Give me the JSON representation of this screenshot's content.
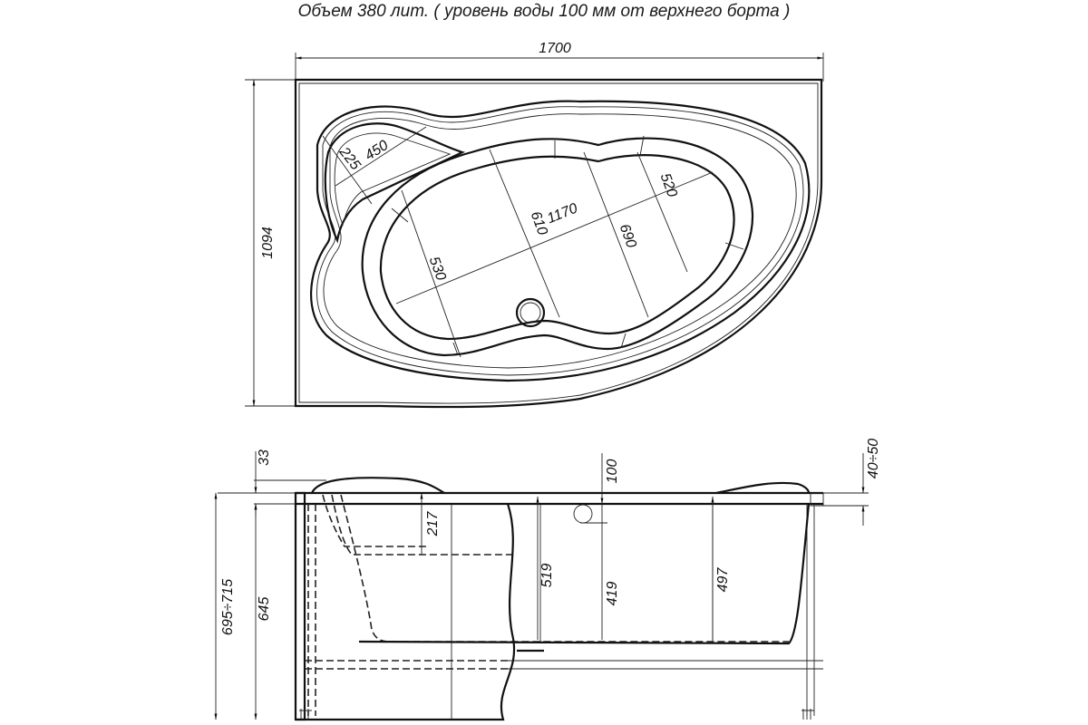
{
  "title": "Объем 380 лит. ( уровень воды 100 мм от верхнего борта )",
  "top_view": {
    "width_label": "1700",
    "depth_label": "1094",
    "headrest_length": "450",
    "headrest_width": "225",
    "inner_length": "1170",
    "inner_width_left": "530",
    "inner_width_mid": "610",
    "inner_width_right": "690",
    "inner_width_far": "520"
  },
  "side_view": {
    "rim_offset": "33",
    "height_total": "695÷715",
    "height_body": "645",
    "headrest_depth": "217",
    "water_level": "100",
    "depth_seat": "519",
    "depth_drain": "419",
    "depth_foot": "497",
    "leg_adjust": "40÷50"
  }
}
